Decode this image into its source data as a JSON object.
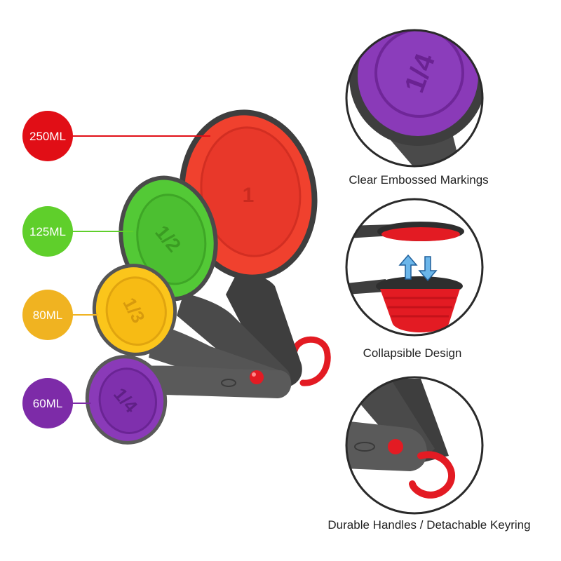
{
  "sizes": [
    {
      "label": "250ML",
      "color": "#e10e16",
      "cup_color": "#f0412e",
      "marking": "1"
    },
    {
      "label": "125ML",
      "color": "#5fcf2b",
      "cup_color": "#53c936",
      "marking": "1/2"
    },
    {
      "label": "80ML",
      "color": "#f0b321",
      "cup_color": "#fbc51b",
      "marking": "1/3"
    },
    {
      "label": "60ML",
      "color": "#7d2ba8",
      "cup_color": "#8a3ab8",
      "marking": "1/4"
    }
  ],
  "features": [
    {
      "caption": "Clear Embossed Markings",
      "detail_marking": "1/4"
    },
    {
      "caption": "Collapsible Design"
    },
    {
      "caption": "Durable Handles / Detachable Keyring"
    }
  ],
  "colors": {
    "handle": "#5a5a5a",
    "handle_dark": "#3e3e3e",
    "keyring": "#e31b23",
    "circle_border": "#2a2a2a"
  }
}
